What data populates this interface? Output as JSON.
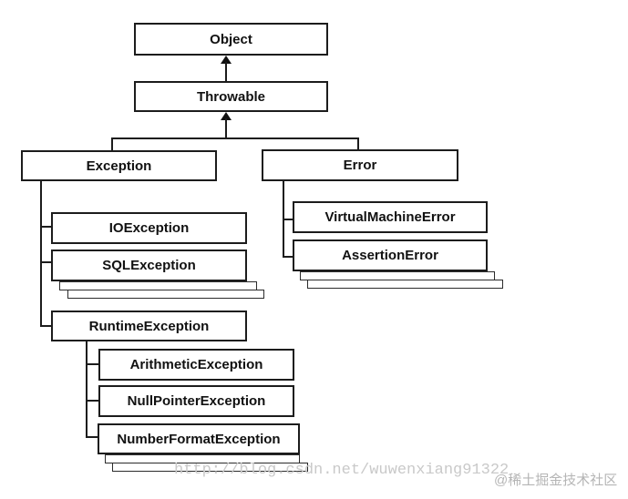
{
  "diagram": {
    "type": "class-hierarchy",
    "nodes": {
      "object": {
        "label": "Object"
      },
      "throwable": {
        "label": "Throwable"
      },
      "exception": {
        "label": "Exception"
      },
      "error": {
        "label": "Error"
      },
      "io_exception": {
        "label": "IOException"
      },
      "sql_exception": {
        "label": "SQLException"
      },
      "runtime_exception": {
        "label": "RuntimeException"
      },
      "virtual_machine_error": {
        "label": "VirtualMachineError"
      },
      "assertion_error": {
        "label": "AssertionError"
      },
      "arithmetic_exception": {
        "label": "ArithmeticException"
      },
      "null_pointer_exception": {
        "label": "NullPointerException"
      },
      "number_format_exception": {
        "label": "NumberFormatException"
      }
    },
    "edges": [
      {
        "from": "Throwable",
        "to": "Object",
        "style": "arrow-up"
      },
      {
        "from": "Exception",
        "to": "Throwable",
        "style": "arrow-up"
      },
      {
        "from": "Error",
        "to": "Throwable",
        "style": "arrow-up"
      },
      {
        "from": "IOException",
        "to": "Exception",
        "style": "elbow"
      },
      {
        "from": "SQLException",
        "to": "Exception",
        "style": "elbow"
      },
      {
        "from": "RuntimeException",
        "to": "Exception",
        "style": "elbow"
      },
      {
        "from": "VirtualMachineError",
        "to": "Error",
        "style": "elbow"
      },
      {
        "from": "AssertionError",
        "to": "Error",
        "style": "elbow"
      },
      {
        "from": "ArithmeticException",
        "to": "RuntimeException",
        "style": "elbow"
      },
      {
        "from": "NullPointerException",
        "to": "RuntimeException",
        "style": "elbow"
      },
      {
        "from": "NumberFormatException",
        "to": "RuntimeException",
        "style": "elbow"
      }
    ],
    "ellipsis_stacks": [
      {
        "below": "SQLException",
        "empty_boxes": 2
      },
      {
        "below": "AssertionError",
        "empty_boxes": 2
      },
      {
        "below": "NumberFormatException",
        "empty_boxes": 2
      }
    ],
    "colors": {
      "background": "#ffffff",
      "box_fill": "#ffffff",
      "box_border": "#1c1c1c",
      "text": "#111111",
      "watermark_url": "#c9c9c9",
      "watermark_site": "#b5b5b5"
    }
  },
  "watermarks": {
    "url": "http://blog.csdn.net/wuwenxiang91322",
    "site": "@稀土掘金技术社区"
  }
}
